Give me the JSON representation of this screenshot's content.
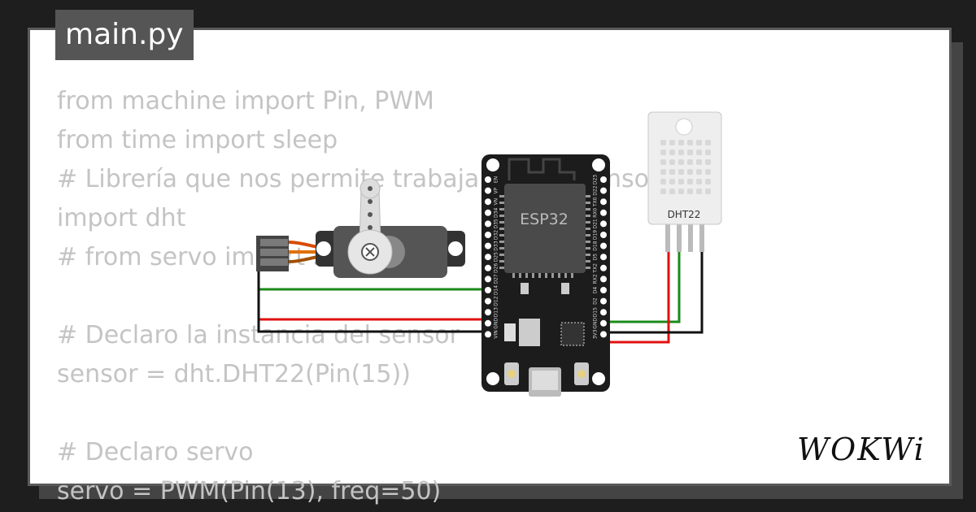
{
  "file_tab": {
    "label": "main.py"
  },
  "code_lines": [
    "from machine import Pin, PWM",
    "from time import sleep",
    "# Librería que nos permite trabajar con el sensor",
    "import dht",
    "# from servo import Servo",
    "",
    "# Declaro la instancia del sensor",
    "sensor = dht.DHT22(Pin(15))",
    "",
    "# Declaro servo",
    "servo = PWM(Pin(13), freq=50)"
  ],
  "esp32": {
    "chip_label": "ESP32",
    "left_pins": [
      "EN",
      "VP",
      "VN",
      "D34",
      "D35",
      "D32",
      "D33",
      "D25",
      "D26",
      "D27",
      "D14",
      "D12",
      "D13",
      "GND",
      "VIN"
    ],
    "right_pins": [
      "D23",
      "D22",
      "TX0",
      "RX0",
      "D21",
      "D19",
      "D18",
      "D5",
      "TX2",
      "RX2",
      "D4",
      "D2",
      "D15",
      "GND",
      "3V3"
    ]
  },
  "dht22": {
    "label": "DHT22"
  },
  "logo": {
    "text": "WOKWi"
  },
  "colors": {
    "wire_green": "#1a8a1a",
    "wire_red": "#e01010",
    "wire_black": "#111111",
    "board": "#1c1c1c",
    "code_text": "#c4c4c4"
  }
}
